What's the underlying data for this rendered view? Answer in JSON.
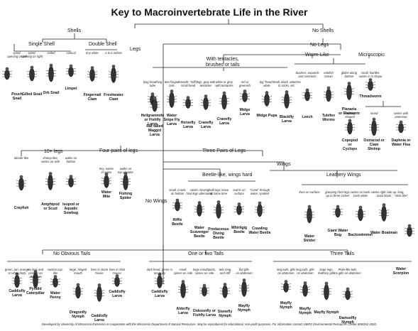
{
  "title": "Key to Macroinvertebrate Life in the River",
  "branches": {
    "shells": "Shells",
    "no_shells": "No Shells",
    "single_shell": "Single Shell",
    "double_shell": "Double Shell",
    "legs": "Legs",
    "no_legs": "No Legs",
    "with_tentacles": "With tentacles,\nbrushes or tails",
    "worm_like": "Worm-Like",
    "microscopic": "Microscopic",
    "ten_plus_legs": "10+ legs",
    "four_pairs": "Four pairs of legs",
    "three_pairs": "Three Pairs of Legs",
    "wings": "Wings",
    "no_wings": "No Wings",
    "beetle_like": "Beetle-like, wings hard",
    "leathery_wings": "Leathery Wings",
    "no_obvious_tails": "No Obvious Tails",
    "one_or_two_tails": "One or two Tails",
    "three_tails": "Three Tails"
  },
  "organisms": [
    {
      "name": "Pouch\nSnail",
      "desc": "spiral,\nopening on left"
    },
    {
      "name": "Gilled Snail",
      "desc": "spiral,\nopening on right"
    },
    {
      "name": "Orb Snail",
      "desc": "coiled"
    },
    {
      "name": "Limpet",
      "desc": "conical"
    },
    {
      "name": "Fingernail\nClam",
      "desc": "tiny white"
    },
    {
      "name": "Freshwater\nClam",
      "desc": "2 to 6 inches"
    },
    {
      "name": "Hellgrammite\nor Fishfly\nLarva",
      "desc": "long breathing\ntube"
    },
    {
      "name": "Rat tailed\nMaggot\nLarva",
      "desc": ""
    },
    {
      "name": "Water\nSnipe Fly\nLarva",
      "desc": "two fringed\ntails"
    },
    {
      "name": "Horsefly\nLarva",
      "desc": "smooth, \"stiff,\"\nsmall head"
    },
    {
      "name": "Cranefly\nLarva",
      "desc": "legs, grey with\ntentacles"
    },
    {
      "name": "Cranefly\nLarva",
      "desc": "white or grey\nwith tentacles"
    },
    {
      "name": "Midge\nLarva",
      "desc": "red or\ngreenish"
    },
    {
      "name": "Midge Pupa",
      "desc": "big \"head,\"\nwhite"
    },
    {
      "name": "Blackfly\nLarva",
      "desc": "small, black, attaches\nto rocks, etc."
    },
    {
      "name": "Leech",
      "desc": "Suckers, expands\nand contracts"
    },
    {
      "name": "Tubifex\nWorms",
      "desc": "reddish\nbrown"
    },
    {
      "name": "Planaria\nor Flatworm",
      "desc": "glides along\nbottom"
    },
    {
      "name": "Threadworm",
      "desc": "small, hairlike,\nswims in S shape"
    },
    {
      "name": "Copepod\nor\nCyclops",
      "desc": "teardrop\nshaped"
    },
    {
      "name": "Ostracod or\nClam\nShrimp",
      "desc": "round"
    },
    {
      "name": "Daphnia or\nWater Flea",
      "desc": "swims with\nantennae"
    },
    {
      "name": "Crayfish",
      "desc": "lobster-like"
    },
    {
      "name": "Amphipod\nor Scud",
      "desc": "shrimp-like,\nswims on side"
    },
    {
      "name": "Isopod or\nAquatic\nSowbug",
      "desc": "walks on\nbottom"
    },
    {
      "name": "Water\nMite",
      "desc": "tiny, swims\nin water"
    },
    {
      "name": "Fishing\nSpider",
      "desc": "walks on\ntop of water"
    },
    {
      "name": "Riffle\nBeetle",
      "desc": "small, crawls\non bottom"
    },
    {
      "name": "Water\nScavenger\nBeetle",
      "desc": "swims moving\nhind legs alternately"
    },
    {
      "name": "Predaceous\nDiving\nBeetle",
      "desc": "both legs move\nat same time"
    },
    {
      "name": "Whirligig\nBeetle",
      "desc": "swims on\nsurface"
    },
    {
      "name": "Crawling\nWater Beetle",
      "desc": "\"Cone\" through\nwater, spotted"
    },
    {
      "name": "Water\nStrider",
      "desc": "lives on surface"
    },
    {
      "name": "Giant Water\nBug",
      "desc": "grasping front legs,\nup to three inches"
    },
    {
      "name": "Backswimmer",
      "desc": "swims on back,\nback white"
    },
    {
      "name": "Water Boatman",
      "desc": "swims right side up,\nback black"
    },
    {
      "name": "Water\nScorpion",
      "desc": "long,\n\"stick-like\""
    },
    {
      "name": "Caddisfly\nLarva",
      "desc": "green, tan, orange\nor white body"
    },
    {
      "name": "Pyralid\nCaterpillar",
      "desc": "six legs and\nprolegs on\nabdomen"
    },
    {
      "name": "Water\nPenny",
      "desc": "suction cup-\nlike"
    },
    {
      "name": "Dragonfly\nNymph",
      "desc": "large, hinged\nmouth"
    },
    {
      "name": "Caddisfly\nLarva",
      "desc": "lives in stone\nhouse"
    },
    {
      "name": "Caddisfly\nLarva",
      "desc": "lives in stick\nhouse"
    },
    {
      "name": "Caddisfly\nLarva",
      "desc": "dark head, green or\ntan body"
    },
    {
      "name": "Alderfly\nLarva",
      "desc": "small,\nspines on side"
    },
    {
      "name": "Dobsonfly or\nFishfly Larva",
      "desc": "large mouthparts,\nspines on side"
    },
    {
      "name": "Stonefly\nNymph",
      "desc": "tails long\nand stiff"
    },
    {
      "name": "Mayfly\nNymph",
      "desc": "flat gills\non abdomen"
    },
    {
      "name": "Mayfly\nNymph",
      "desc": "long tails, gills\non abdomen"
    },
    {
      "name": "Mayfly\nNymph",
      "desc": "long tails, gills\non abdomen"
    },
    {
      "name": "Mayfly Nymph",
      "desc": "large legs,\nfeathery gills"
    },
    {
      "name": "Damselfly\nNymph",
      "desc": "Plate-like tails,\nno gills on abdomen"
    }
  ],
  "credit": "Developed by University of Wisconsin-Extension in cooperation with the Wisconsin Department of Natural Resources. May be reproduced for educational, non-profit purposes. For information contact UWEX Environmental Resources Center 608/262-2020."
}
